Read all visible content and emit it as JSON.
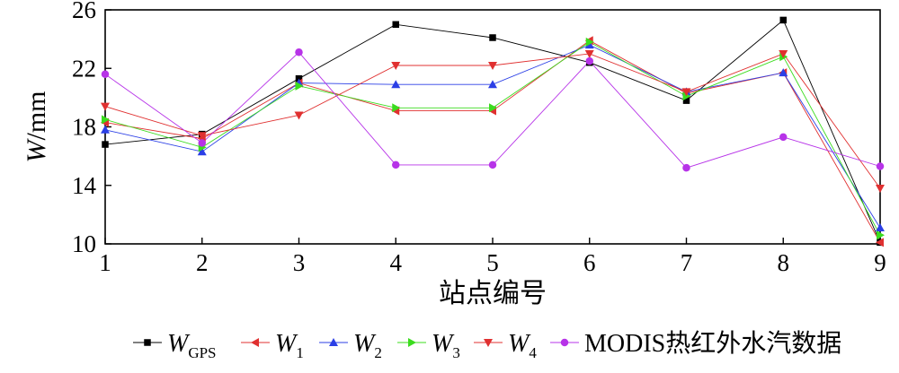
{
  "chart_data": {
    "type": "line",
    "x": [
      1,
      2,
      3,
      4,
      5,
      6,
      7,
      8,
      9
    ],
    "xlim": [
      1,
      9
    ],
    "ylim": [
      10,
      26
    ],
    "yticks": [
      10,
      14,
      18,
      22,
      26
    ],
    "xticks": [
      1,
      2,
      3,
      4,
      5,
      6,
      7,
      8,
      9
    ],
    "xlabel": "站点编号",
    "ylabel_var": "W",
    "ylabel_unit": "/mm",
    "legend_position": "bottom",
    "grid": false,
    "series": [
      {
        "var": "W",
        "sub": "GPS",
        "color": "#000000",
        "marker": "square",
        "values": [
          16.8,
          17.5,
          21.3,
          25.0,
          24.1,
          22.4,
          19.8,
          25.3,
          10.1
        ]
      },
      {
        "var": "W",
        "sub": "1",
        "color": "#e03030",
        "marker": "tri-left",
        "values": [
          18.3,
          17.2,
          21.0,
          19.1,
          19.1,
          23.9,
          20.3,
          21.7,
          10.1
        ]
      },
      {
        "var": "W",
        "sub": "2",
        "color": "#2b3fe6",
        "marker": "tri-up",
        "values": [
          17.8,
          16.3,
          21.0,
          20.9,
          20.9,
          23.6,
          20.4,
          21.7,
          11.1
        ]
      },
      {
        "var": "W",
        "sub": "3",
        "color": "#3bdc1e",
        "marker": "tri-right",
        "values": [
          18.5,
          16.6,
          20.8,
          19.3,
          19.3,
          23.8,
          20.1,
          22.8,
          10.6
        ]
      },
      {
        "var": "W",
        "sub": "4",
        "color": "#e03030",
        "marker": "tri-down",
        "values": [
          19.4,
          17.4,
          18.8,
          22.2,
          22.2,
          23.0,
          20.4,
          23.0,
          13.8
        ]
      },
      {
        "name": "MODIS热红外水汽数据",
        "color": "#b733e8",
        "marker": "circle",
        "values": [
          21.6,
          16.9,
          23.1,
          15.4,
          15.4,
          22.5,
          15.2,
          17.3,
          15.3
        ]
      }
    ]
  }
}
